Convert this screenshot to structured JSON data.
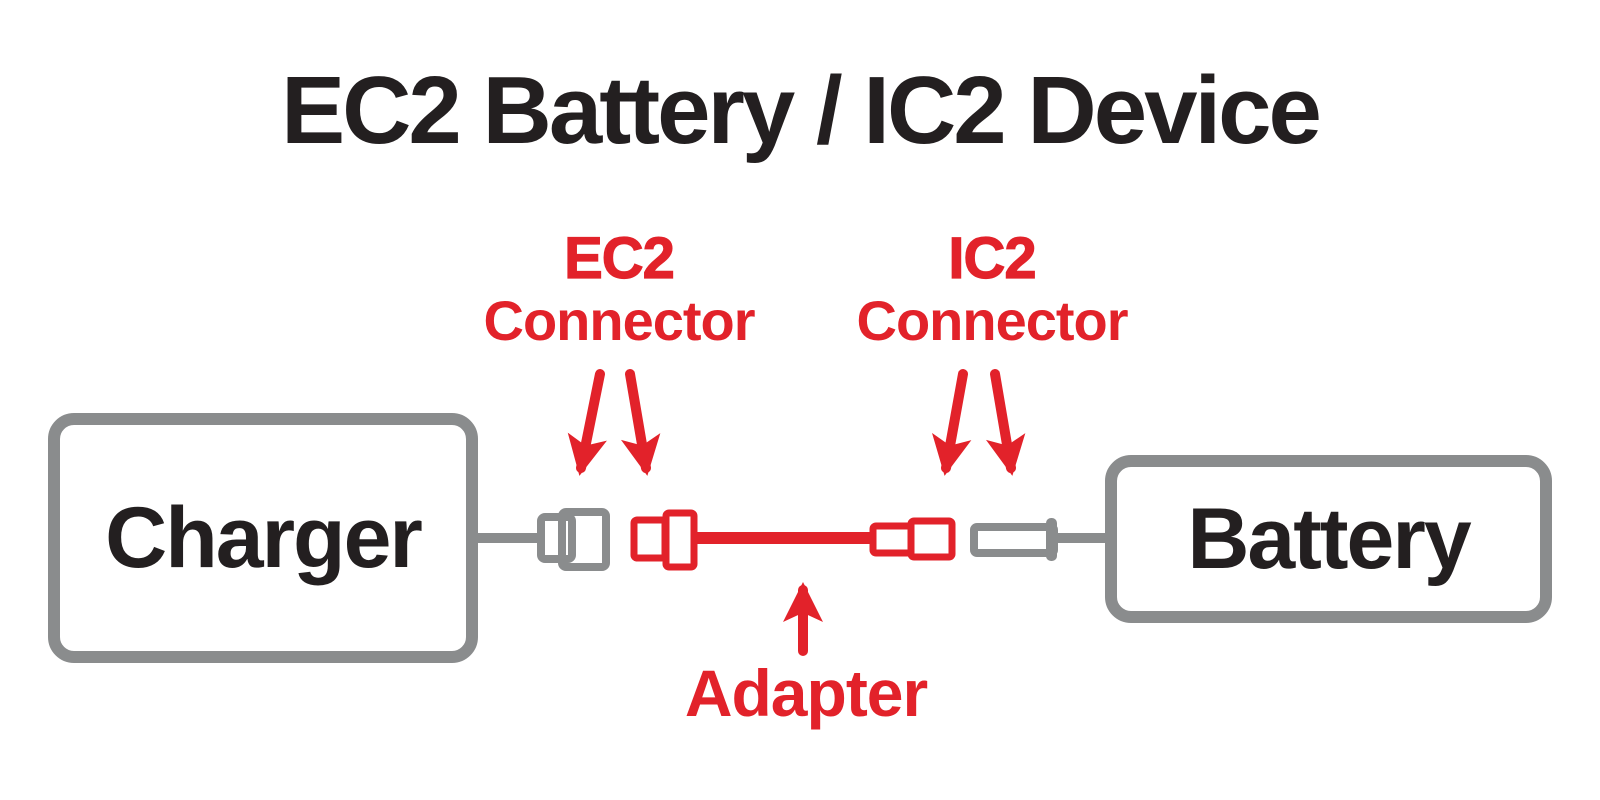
{
  "title": "EC2 Battery / IC2 Device",
  "diagram": {
    "charger_label": "Charger",
    "battery_label": "Battery",
    "ec2_label": {
      "line1": "EC2",
      "line2": "Connector"
    },
    "ic2_label": {
      "line1": "IC2",
      "line2": "Connector"
    },
    "adapter_label": "Adapter"
  },
  "colors": {
    "red": "#E2222A",
    "gray": "#8A8C8D",
    "black": "#231F20",
    "background": "#FFFFFF"
  }
}
